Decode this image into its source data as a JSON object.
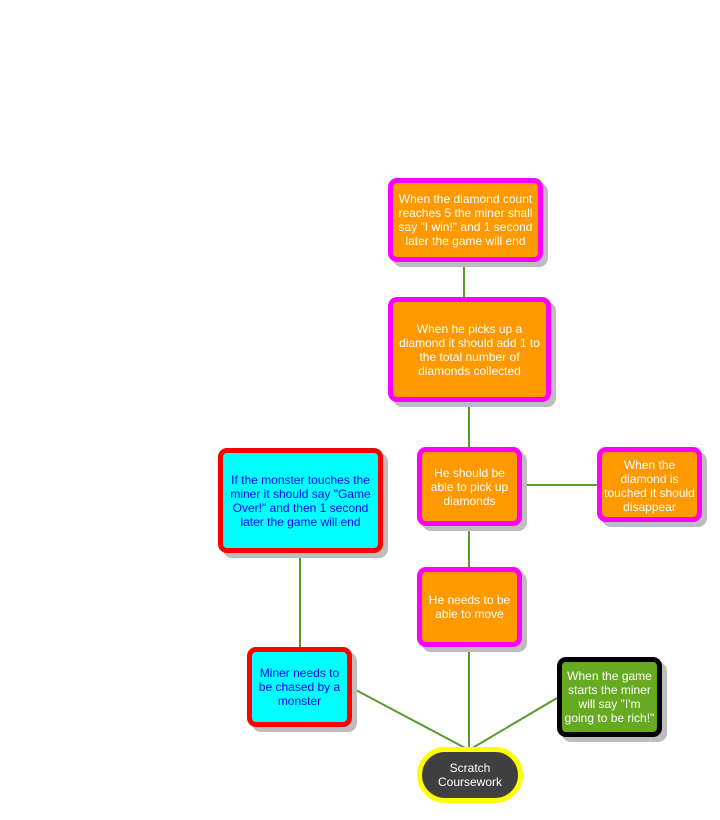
{
  "root": {
    "label": "Scratch Coursework"
  },
  "nodes": {
    "win": "When the diamond count reaches 5 the miner shall say \"I win!\" and 1 second later the game will end",
    "count": "When he picks up a diamond it should add 1 to the total number of diamonds collected",
    "pickup": "He should be able to pick up diamonds",
    "disappear": "When the diamond is touched it should disappear",
    "move": "He needs to be able to move",
    "gameover": "If the monster touches the miner it should say \"Game Over!\" and then 1 second later the game will end",
    "chased": "Miner needs to be chased by a monster",
    "start": "When the game starts the miner will say \"I'm going to be rich!\""
  },
  "colors": {
    "link": "#5a9a2a",
    "orange_fill": "#ff9900",
    "magenta_border": "#ff00ff",
    "cyan_fill": "#00ffff",
    "red_border": "#ff0000",
    "green_fill": "#66aa22",
    "root_fill": "#404040",
    "root_border": "#ffff00"
  }
}
